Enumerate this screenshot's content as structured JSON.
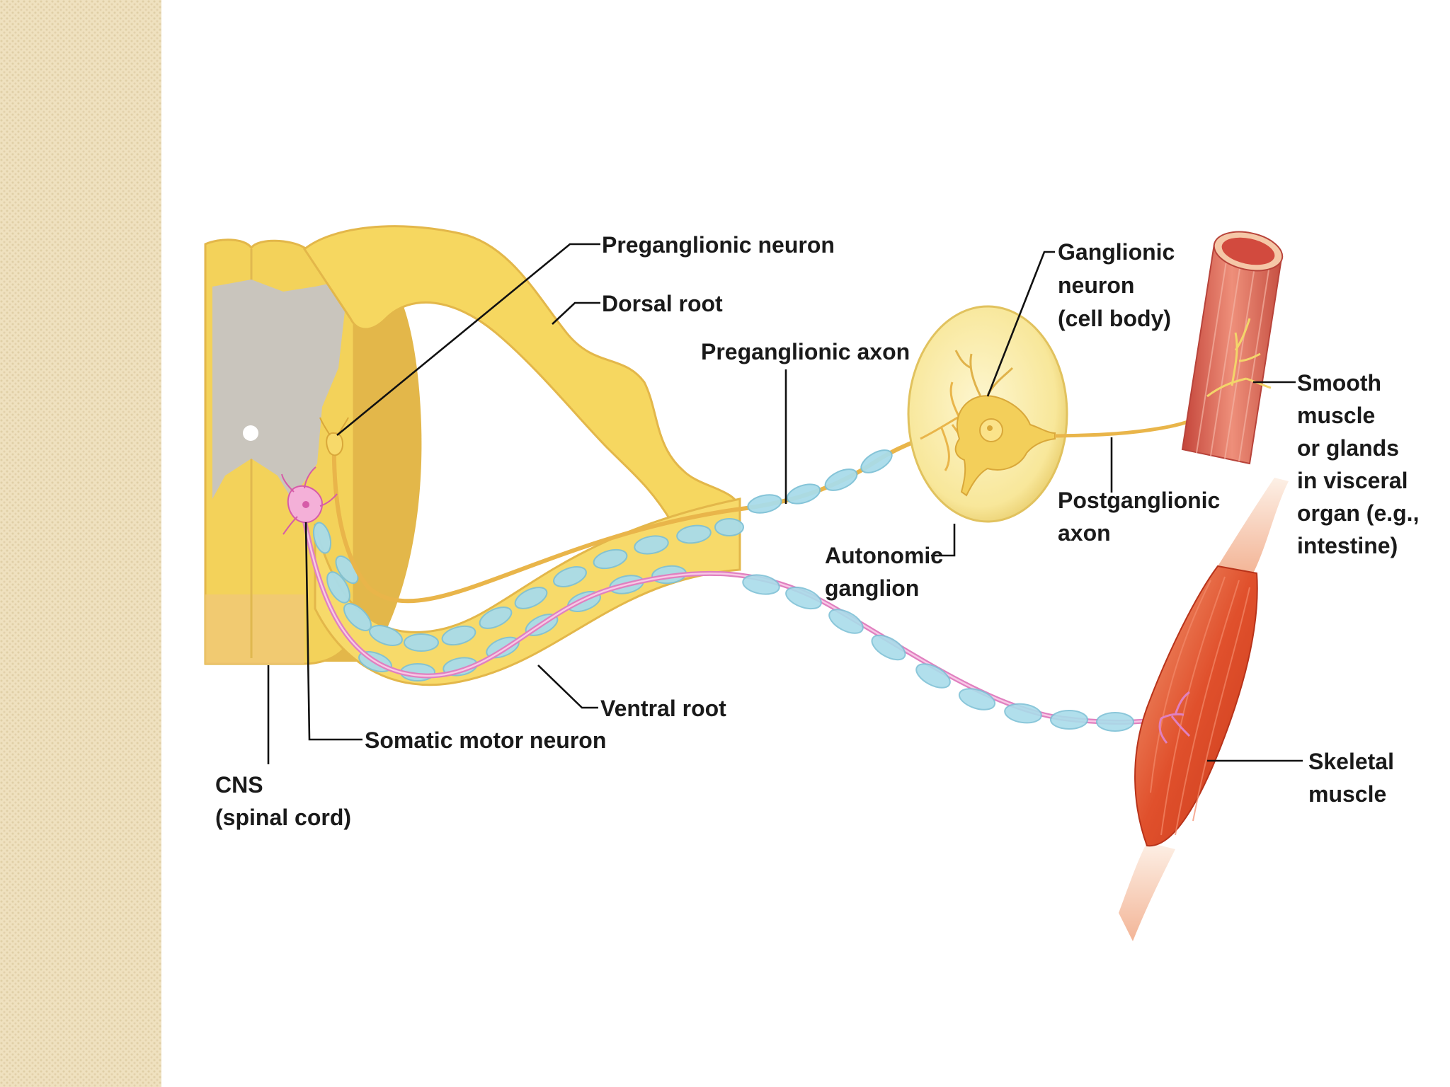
{
  "labels": {
    "preganglionic_neuron": "Preganglionic neuron",
    "dorsal_root": "Dorsal root",
    "preganglionic_axon": "Preganglionic axon",
    "ganglionic_neuron": [
      "Ganglionic",
      "neuron",
      "(cell body)"
    ],
    "smooth_muscle": [
      "Smooth",
      "muscle",
      "or glands",
      "in visceral",
      "organ (e.g.,",
      "intestine)"
    ],
    "postganglionic_axon": [
      "Postganglionic",
      "axon"
    ],
    "autonomic_ganglion": [
      "Autonomic",
      "ganglion"
    ],
    "ventral_root": "Ventral root",
    "somatic_motor_neuron": "Somatic motor neuron",
    "cns": [
      "CNS",
      "(spinal cord)"
    ],
    "skeletal_muscle": [
      "Skeletal",
      "muscle"
    ]
  },
  "colors": {
    "spinal_cord": "#f3d25a",
    "gray_matter": "#c9c5bd",
    "myelin": "#a9dcea",
    "somatic_axon": "#e080c0",
    "smooth_muscle": "#e07860",
    "skeletal_muscle": "#e0502c"
  }
}
